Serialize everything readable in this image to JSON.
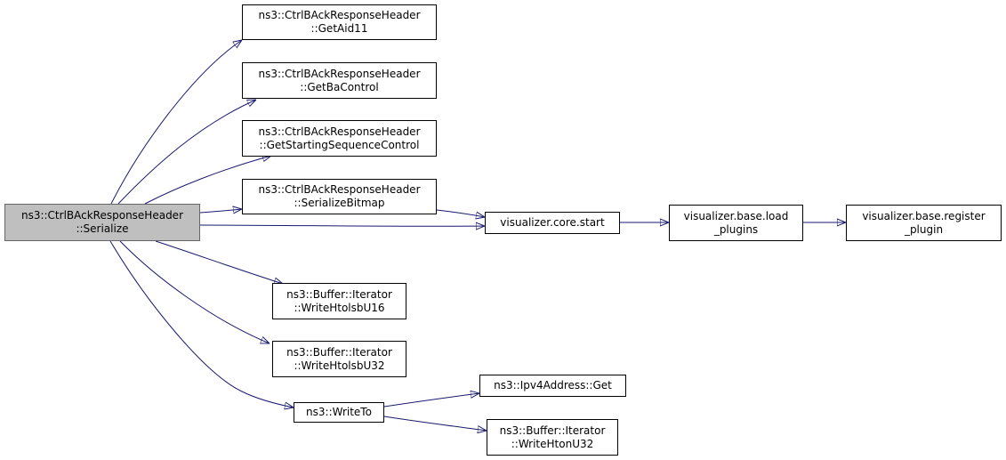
{
  "colors": {
    "edge": "#191970",
    "root_fill": "#bfbfbf",
    "root_border": "#666666",
    "node_border": "#000000",
    "background": "#ffffff"
  },
  "nodes": {
    "root": {
      "line1": "ns3::CtrlBAckResponseHeader",
      "line2": "::Serialize"
    },
    "aid11": {
      "line1": "ns3::CtrlBAckResponseHeader",
      "line2": "::GetAid11"
    },
    "bactl": {
      "line1": "ns3::CtrlBAckResponseHeader",
      "line2": "::GetBaControl"
    },
    "gssc": {
      "line1": "ns3::CtrlBAckResponseHeader",
      "line2": "::GetStartingSequenceControl"
    },
    "serbit": {
      "line1": "ns3::CtrlBAckResponseHeader",
      "line2": "::SerializeBitmap"
    },
    "wu16": {
      "line1": "ns3::Buffer::Iterator",
      "line2": "::WriteHtolsbU16"
    },
    "wu32": {
      "line1": "ns3::Buffer::Iterator",
      "line2": "::WriteHtolsbU32"
    },
    "writeto": {
      "line1": "ns3::WriteTo"
    },
    "vcs": {
      "line1": "visualizer.core.start"
    },
    "vbl": {
      "line1": "visualizer.base.load",
      "line2": "_plugins"
    },
    "vbr": {
      "line1": "visualizer.base.register",
      "line2": "_plugin"
    },
    "ipv4": {
      "line1": "ns3::Ipv4Address::Get"
    },
    "whu32": {
      "line1": "ns3::Buffer::Iterator",
      "line2": "::WriteHtonU32"
    }
  }
}
